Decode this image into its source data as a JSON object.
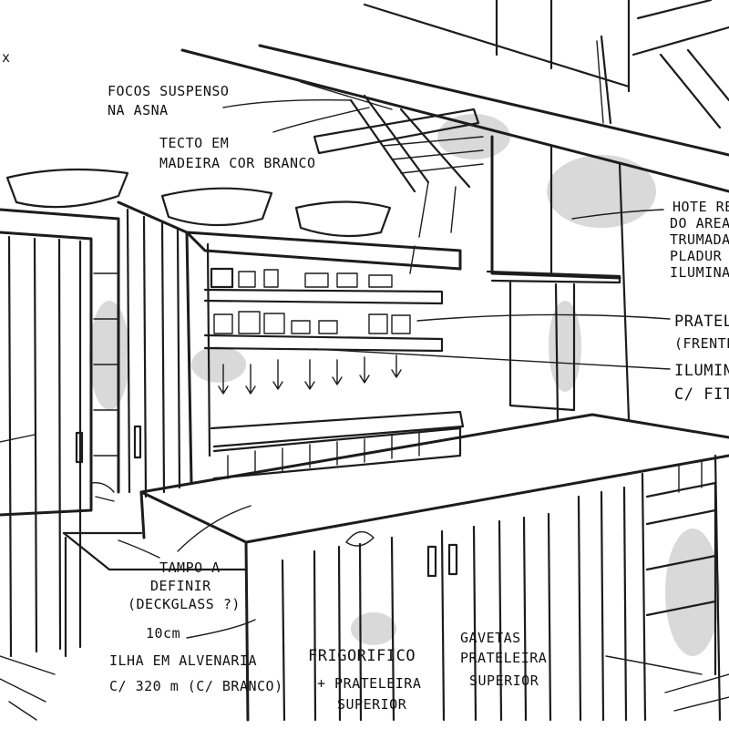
{
  "annotations": {
    "focos": [
      "FOCOS SUSPENSO",
      "NA ASNA"
    ],
    "tecto": [
      "TECTO EM",
      "MADEIRA COR BRANCO"
    ],
    "hote": [
      "HOTE RE",
      "DO AREA",
      "TRUMADA",
      "PLADUR",
      "ILUMINAC"
    ],
    "prateleira": [
      "PRATELE",
      "(FRENTE"
    ],
    "iluminacao": [
      "ILUMINA",
      "C/ FITA"
    ],
    "tampo": [
      "TAMPO A",
      "DEFINIR",
      "(DECKGLASS ?)"
    ],
    "ilha": [
      "10cm",
      "ILHA EM ALVENARIA",
      "C/ 320 m (C/ BRANCO)"
    ],
    "frigorifico": [
      "FRIGORIFICO",
      "+ PRATELEIRA",
      "SUPERIOR"
    ],
    "gavetas": [
      "GAVETAS",
      "PRATELEIRA",
      "SUPERIOR"
    ],
    "margin_mark": "x"
  }
}
